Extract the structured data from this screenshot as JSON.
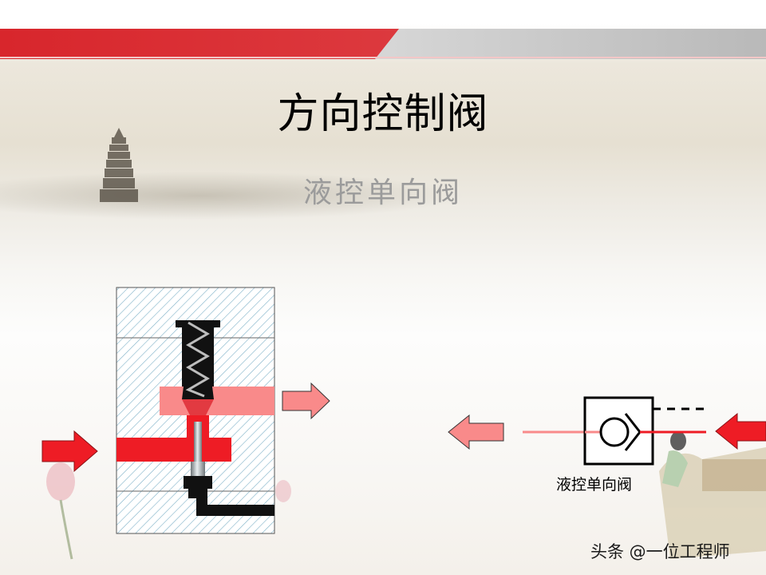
{
  "slide": {
    "title": "方向控制阀",
    "subtitle": "液控单向阀",
    "symbol_label": "液控单向阀",
    "watermark": "头条 @一位工程师"
  },
  "colors": {
    "accent_red": "#ee1c25",
    "light_red": "#f98a8a",
    "hatch_blue": "#7fb2c8",
    "spool_gray": "#9aa3a6"
  },
  "icons": {
    "inlet_arrow": "arrow-right-icon",
    "outlet_arrow": "arrow-right-icon",
    "flow_arrow": "arrow-left-icon",
    "control_arrow": "arrow-left-icon",
    "spring": "spring-icon",
    "check_symbol": "check-valve-symbol-icon"
  }
}
